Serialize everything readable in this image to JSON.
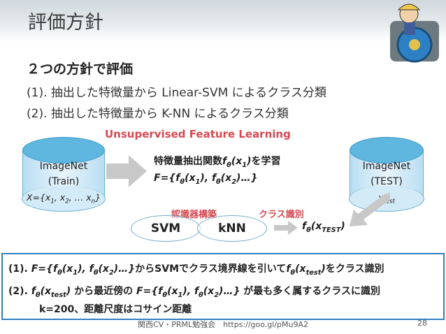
{
  "slide": {
    "title": "評価方針",
    "heading": "２つの方針で評価",
    "lines": [
      "(1). 抽出した特徴量から Linear-SVM によるクラス分類",
      "(2). 抽出した特徴量から K-NN によるクラス分類"
    ],
    "unsupervised_label": "Unsupervised Feature Learning",
    "train_db": {
      "line1": "ImageNet",
      "line2": "(Train)"
    },
    "test_db": {
      "line1": "ImageNet",
      "line2": "(TEST)"
    },
    "feature_func_label": "特徴量抽出関数",
    "learn_label": "を学習",
    "classifier_build_label": "認識器構築",
    "class_identify_label": "クラス識別",
    "svm_label": "SVM",
    "knn_label": "kNN",
    "bottom": {
      "line1_suffix": "からSVMでクラス境界線を引いて",
      "line1_end": "をクラス識別",
      "line2_mid": " から最近傍の ",
      "line2_end": " が最も多く属するクラスに識別",
      "line3": "k=200、距離尺度はコサイン距離"
    },
    "footer": "関西CV・PRML勉強会　https://goo.gl/pMu9A2",
    "page_number": "28"
  },
  "colors": {
    "accent_red": "#d44a52",
    "box_blue": "#2f7fc1",
    "cylinder_blue": "#5fb6df",
    "arrow_fill": "#c8c8c8"
  }
}
